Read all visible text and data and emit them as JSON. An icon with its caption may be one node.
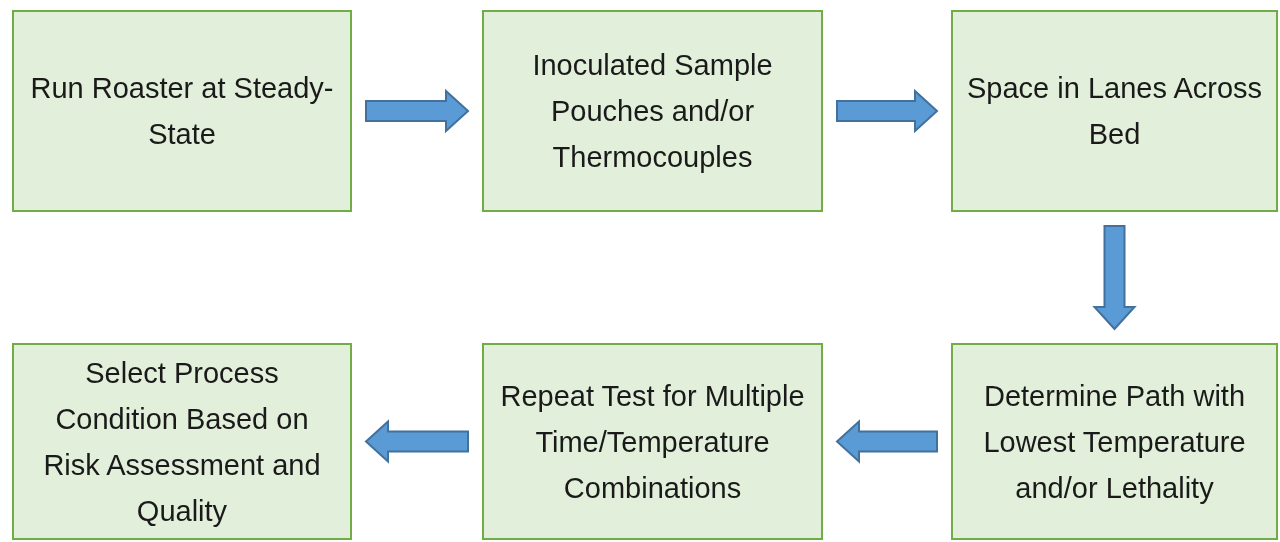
{
  "diagram": {
    "nodes": [
      {
        "text": [
          "Run Roaster at Steady-State"
        ]
      },
      {
        "text": [
          "Inoculated Sample Pouches and/or Thermocouples"
        ]
      },
      {
        "text": [
          "Space in Lanes Across Bed"
        ]
      },
      {
        "text": [
          "Determine Path with Lowest Temperature and/or Lethality"
        ]
      },
      {
        "text": [
          "Repeat Test for Multiple Time/Temperature Combinations"
        ]
      },
      {
        "text": [
          "Select Process Condition Based on Risk Assessment and Quality"
        ]
      }
    ],
    "edges": [
      {
        "from": 0,
        "to": 1,
        "arrow": "to"
      },
      {
        "from": 1,
        "to": 2,
        "arrow": "to"
      },
      {
        "from": 2,
        "to": 3,
        "arrow": "to"
      },
      {
        "from": 3,
        "to": 4,
        "arrow": "to"
      },
      {
        "from": 4,
        "to": 5,
        "arrow": "to"
      }
    ]
  }
}
